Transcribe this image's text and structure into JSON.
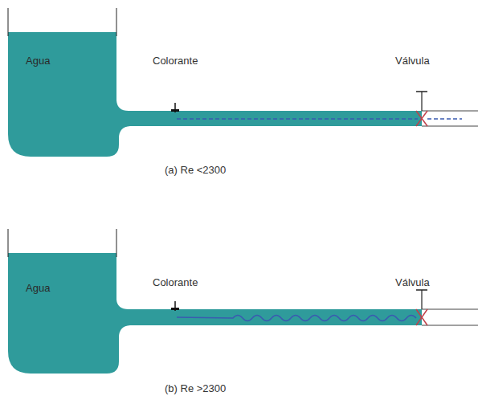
{
  "diagram": {
    "nodes": [
      {
        "text": [
          "Agua"
        ]
      },
      {
        "text": [
          "Agua"
        ]
      }
    ],
    "labels": [
      "Colorante",
      "Válvula",
      "(a) Re <2300",
      "Colorante",
      "Válvula",
      "(b) Re >2300"
    ]
  }
}
